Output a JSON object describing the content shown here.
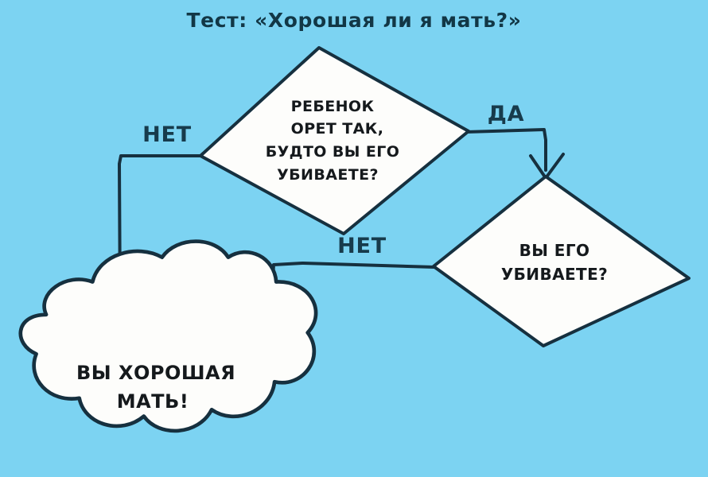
{
  "meta": {
    "title": "Тест: «Хорошая ли я мать?»",
    "background_color": "#7cd3f2",
    "ink_color": "#16303f",
    "node_fill_color": "#fdfdfb",
    "text_color": "#15191c",
    "label_color": "#173b4c"
  },
  "nodes": {
    "decision1": {
      "shape": "diamond",
      "lines": [
        "РЕБЕНОК",
        "ОРЕТ ТАК,",
        "БУДТО ВЫ ЕГО",
        "УБИВАЕТЕ?"
      ]
    },
    "decision2": {
      "shape": "diamond",
      "lines": [
        "ВЫ ЕГО",
        "УБИВАЕТЕ?"
      ]
    },
    "result": {
      "shape": "cloud",
      "lines": [
        "ВЫ ХОРОШАЯ",
        "МАТЬ!"
      ]
    }
  },
  "edges": {
    "no_from_decision1": "НЕТ",
    "yes_from_decision1": "ДА",
    "no_from_decision2": "НЕТ"
  }
}
